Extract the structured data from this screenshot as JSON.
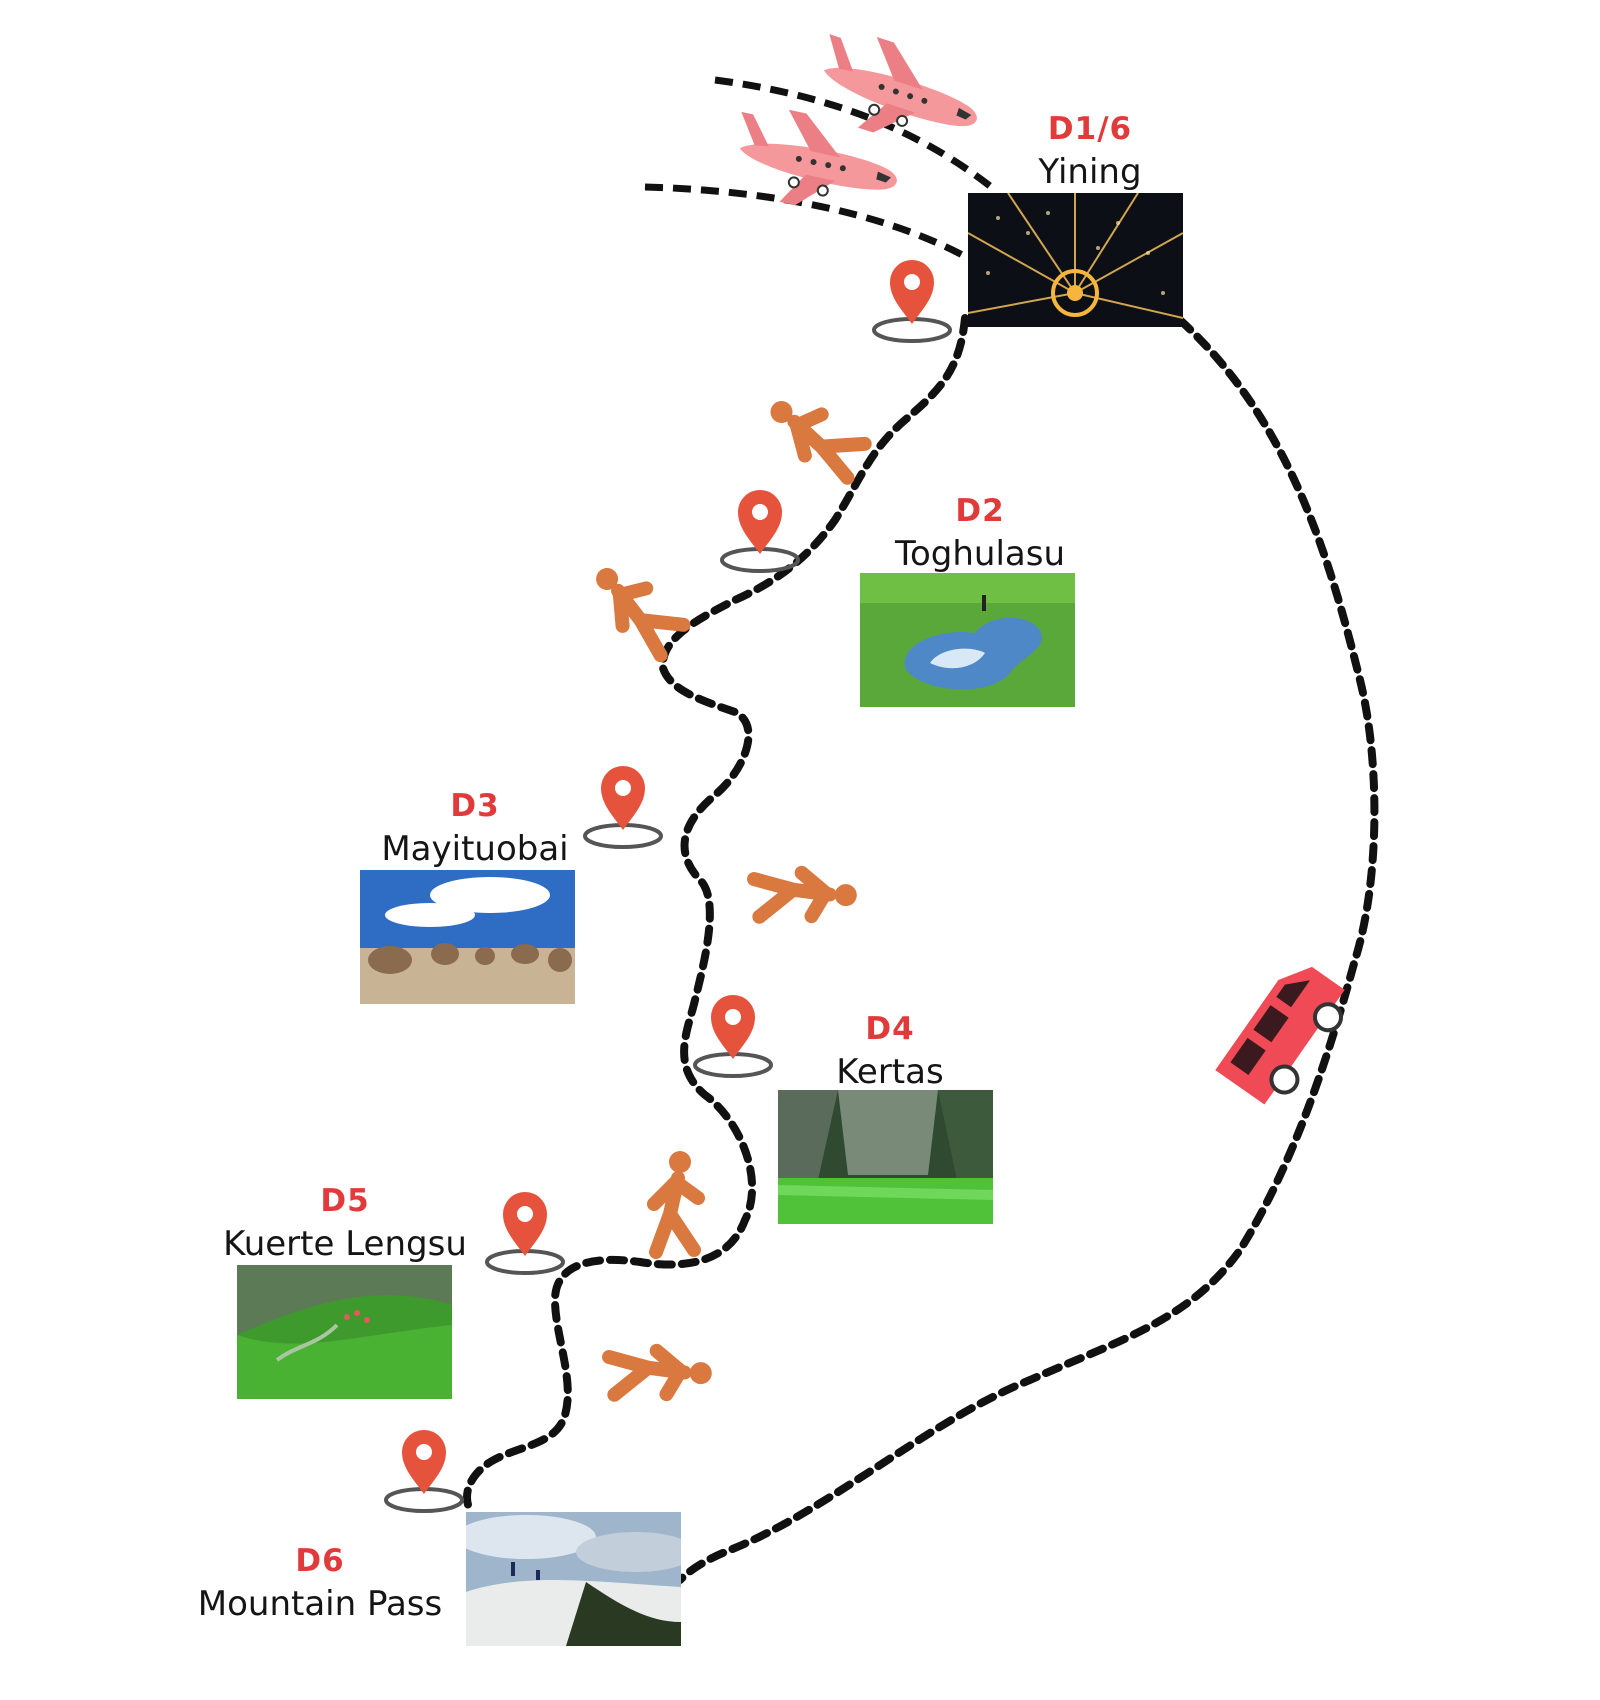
{
  "map": {
    "stops": [
      {
        "day": "D1/6",
        "name": "Yining",
        "photo": "city-night-aerial"
      },
      {
        "day": "D2",
        "name": "Toghulasu",
        "photo": "grassland-pond"
      },
      {
        "day": "D3",
        "name": "Mayituobai",
        "photo": "rock-formations-blue-sky"
      },
      {
        "day": "D4",
        "name": "Kertas",
        "photo": "green-valley-forest"
      },
      {
        "day": "D5",
        "name": "Kuerte Lengsu",
        "photo": "camp-green-slopes"
      },
      {
        "day": "D6",
        "name": "Mountain Pass",
        "photo": "snowy-pass-hikers"
      }
    ],
    "icons": {
      "arrival": "airplane-icon",
      "trek": "walking-person-icon",
      "waypoint": "map-pin-icon",
      "return": "car-icon"
    },
    "colors": {
      "day_label": "#e03a3a",
      "route": "#111111",
      "hiker": "#d9783f",
      "pin": "#e5533c",
      "airplane": "#f4989b",
      "car": "#ef4a55"
    }
  }
}
